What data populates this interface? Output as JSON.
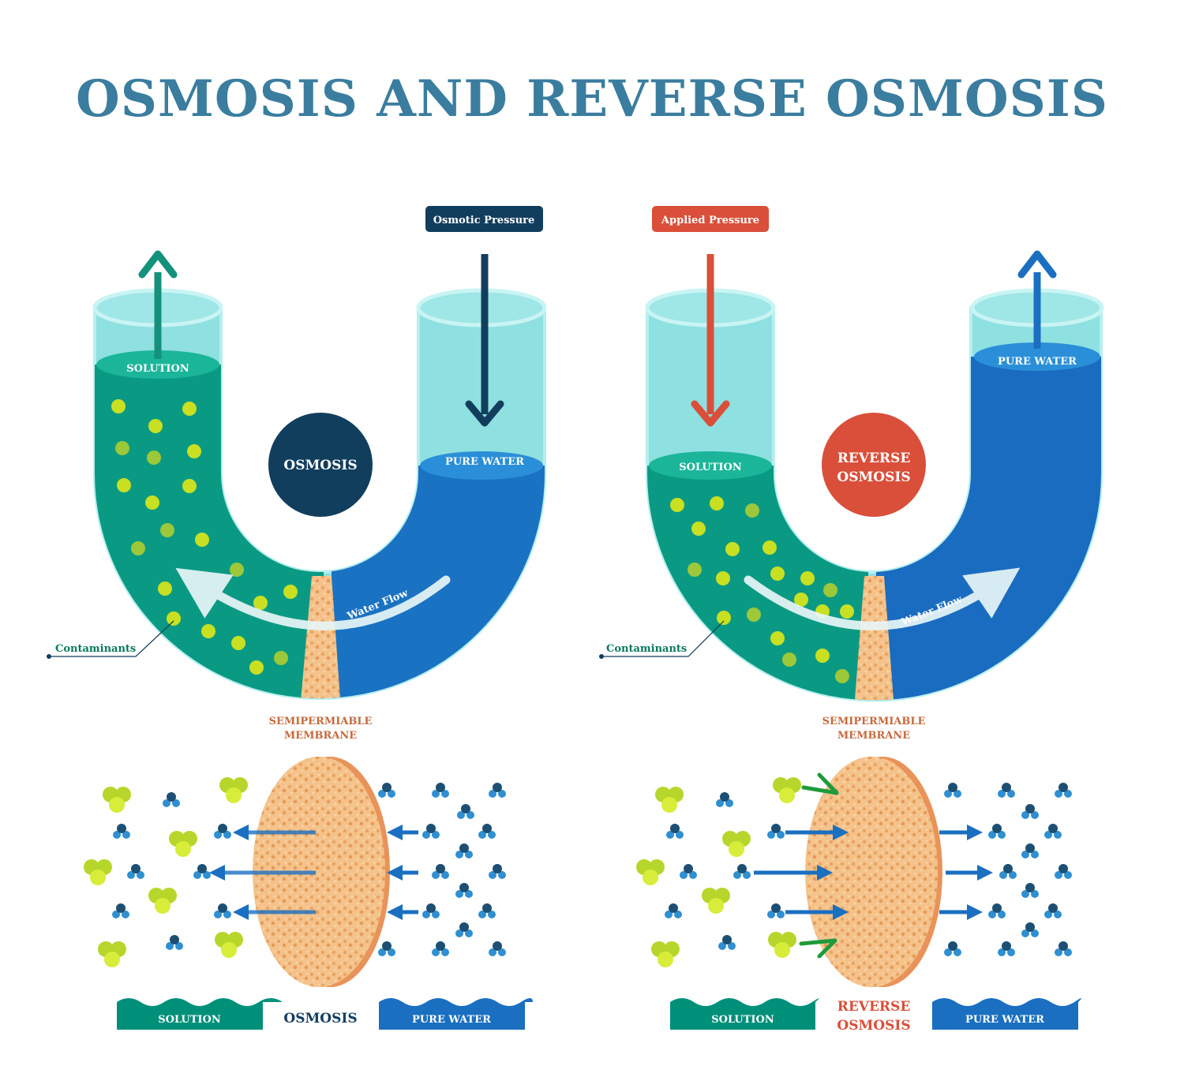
{
  "title": "OSMOSIS AND REVERSE OSMOSIS",
  "colors": {
    "title": "#3a7d9f",
    "solution": "#00997f",
    "pure_water": "#1a6fc0",
    "tube_glass": "#7fd9d9",
    "membrane": "#f2b77a",
    "navy": "#123e5e",
    "red": "#d94f3a",
    "contaminant": "#c8e021",
    "molecule": "#2f8fd1"
  },
  "osmosis": {
    "pressure_label": "Osmotic Pressure",
    "center_label": "OSMOSIS",
    "solution_label": "SOLUTION",
    "pure_water_label": "PURE WATER",
    "flow_label": "Water Flow",
    "contaminants_label": "Contaminants",
    "membrane_label_1": "SEMIPERMIABLE",
    "membrane_label_2": "MEMBRANE",
    "bottom_solution": "SOLUTION",
    "bottom_center": "OSMOSIS",
    "bottom_pure": "PURE WATER"
  },
  "reverse": {
    "pressure_label": "Applied Pressure",
    "center_label_1": "REVERSE",
    "center_label_2": "OSMOSIS",
    "solution_label": "SOLUTION",
    "pure_water_label": "PURE WATER",
    "flow_label": "Water Flow",
    "contaminants_label": "Contaminants",
    "membrane_label_1": "SEMIPERMIABLE",
    "membrane_label_2": "MEMBRANE",
    "bottom_solution": "SOLUTION",
    "bottom_center_1": "REVERSE",
    "bottom_center_2": "OSMOSIS",
    "bottom_pure": "PURE WATER"
  }
}
